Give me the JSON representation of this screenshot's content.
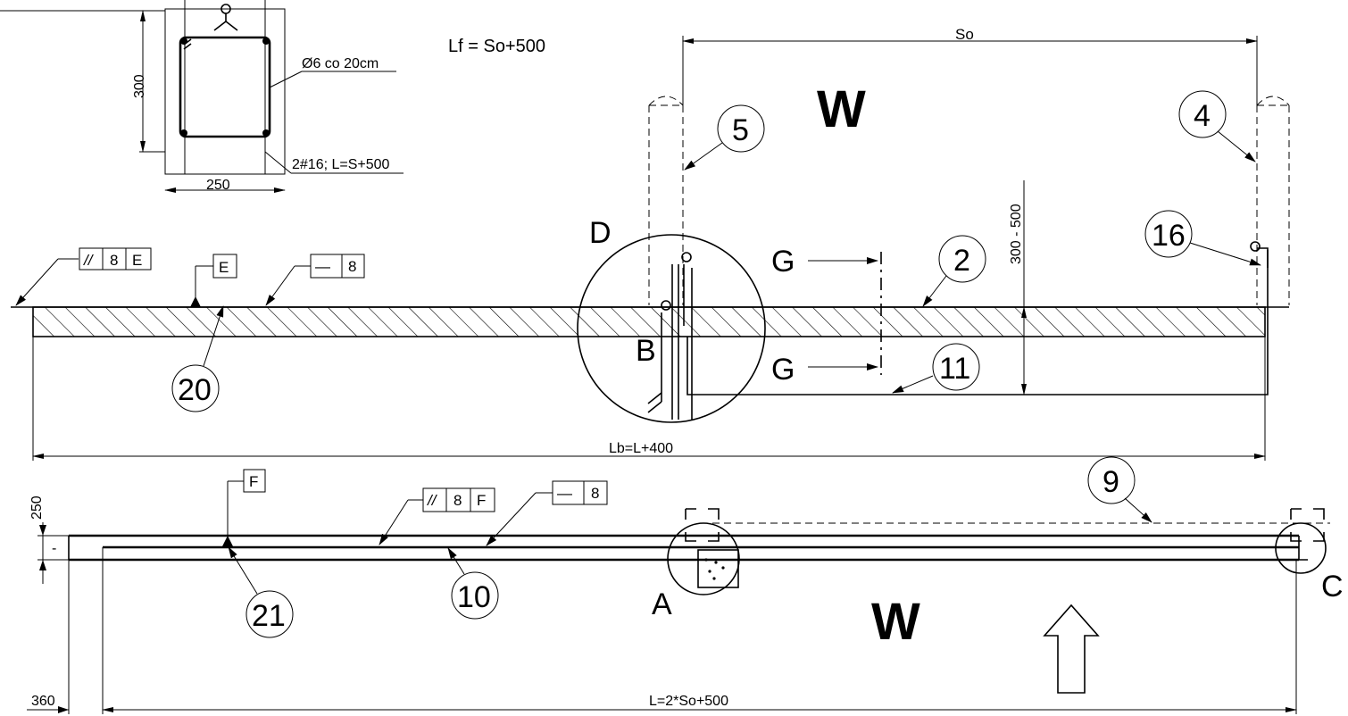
{
  "texts": {
    "formula_lf": "Lf = So+500",
    "dim_so": "So",
    "dim_lb": "Lb=L+400",
    "dim_l": "L=2*So+500",
    "dim_300": "300",
    "dim_250_section": "250",
    "dim_300_500": "300 - 500",
    "dim_250_plan": "250",
    "dim_360": "360",
    "stirrups": "Ø6 co 20cm",
    "bars": "2#16; L=S+500",
    "wall_top": "W",
    "wall_bottom": "W",
    "plan_minus": "-"
  },
  "letters": {
    "D": "D",
    "B": "B",
    "G_top": "G",
    "G_bottom": "G",
    "A": "A",
    "C": "C"
  },
  "balloons": {
    "b5": "5",
    "b4": "4",
    "b16": "16",
    "b2": "2",
    "b11": "11",
    "b20": "20",
    "b9": "9",
    "b10": "10",
    "b21": "21"
  },
  "frames": {
    "fcf_parallel_top": {
      "symbol": "//",
      "tol": "8",
      "datum": "E"
    },
    "datum_e": "E",
    "fcf_flat_top": {
      "symbol": "—",
      "tol": "8"
    },
    "datum_f": "F",
    "fcf_parallel_bottom": {
      "symbol": "//",
      "tol": "8",
      "datum": "F"
    },
    "fcf_flat_bottom": {
      "symbol": "—",
      "tol": "8"
    }
  }
}
